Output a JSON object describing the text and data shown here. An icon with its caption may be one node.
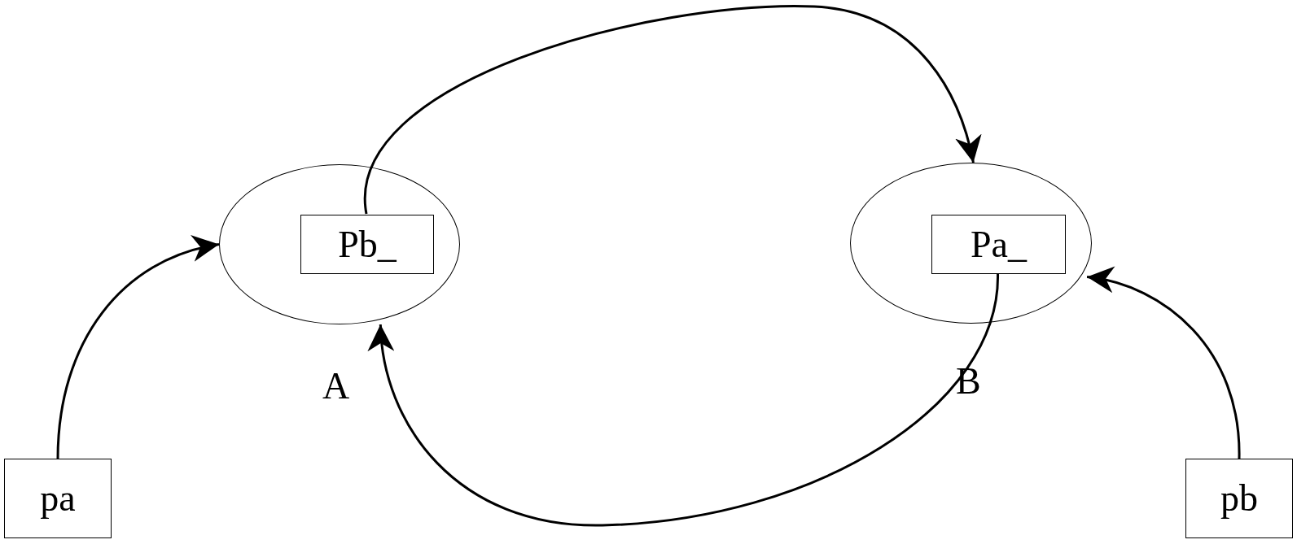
{
  "diagram": {
    "nodes": [
      {
        "text": [],
        "shape": "circle",
        "beside": [
          "A"
        ]
      },
      {
        "text": [
          "Pb_"
        ],
        "in": 0
      },
      {
        "text": [],
        "shape": "circle",
        "beside": [
          "B"
        ]
      },
      {
        "text": [
          "Pa_"
        ],
        "in": 2
      },
      {
        "text": [
          "pa"
        ]
      },
      {
        "text": [
          "pb"
        ]
      }
    ],
    "edges": [
      {
        "from": 4,
        "to": 0,
        "arrow": "to"
      },
      {
        "from": 1,
        "to": 2,
        "arrow": "to"
      },
      {
        "from": 3,
        "to": 0,
        "arrow": "to"
      },
      {
        "from": 5,
        "to": 2,
        "arrow": "to"
      }
    ]
  }
}
